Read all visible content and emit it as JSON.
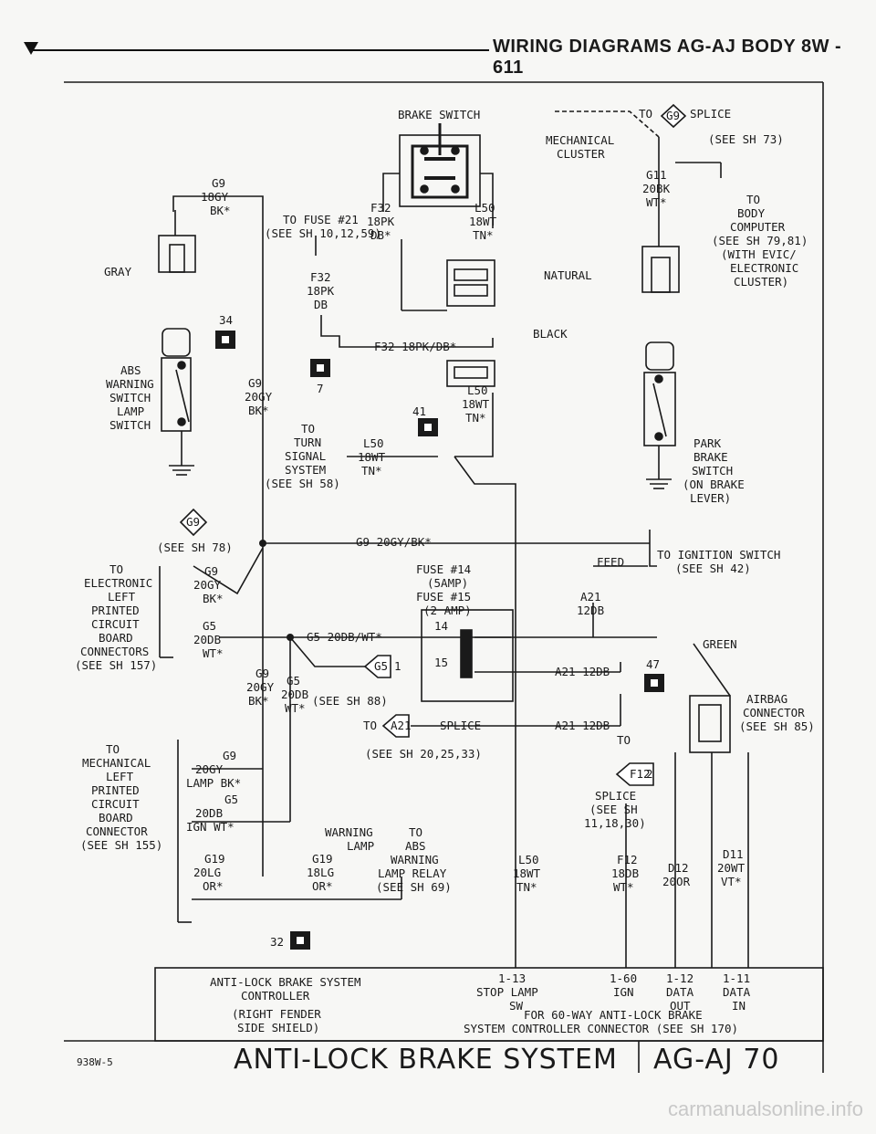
{
  "header": {
    "title": "WIRING DIAGRAMS AG-AJ BODY   8W - 611"
  },
  "labels": {
    "brake_switch": "BRAKE SWITCH",
    "to_g9_splice_prefix": "TO",
    "g9_conn": "G9",
    "splice_suffix": "SPLICE",
    "see_sh_73": "(SEE SH 73)",
    "mech_cluster_1": "MECHANICAL",
    "mech_cluster_2": "CLUSTER",
    "g9_wire": "G9",
    "gy18": "18GY",
    "bk_star": "BK*",
    "to_fuse21_1": "TO FUSE #21",
    "to_fuse21_2": "(SEE SH 10,12,59)",
    "f32": "F32",
    "pk18": "18PK",
    "db_star": "DB*",
    "l50": "L50",
    "wt18": "18WT",
    "tn_star": "TN*",
    "g11": "G11",
    "bk20": "20BK",
    "wt_star": "WT*",
    "to_body_1": "TO",
    "to_body_2": "BODY",
    "to_body_3": "COMPUTER",
    "to_body_4": "(SEE SH 79,81)",
    "to_body_5": "(WITH EVIC/",
    "to_body_6": "ELECTRONIC",
    "to_body_7": "CLUSTER)",
    "gray": "GRAY",
    "natural": "NATURAL",
    "f32_b": "F32",
    "pk18_b": "18PK",
    "db_b": "DB",
    "num34": "34",
    "black": "BLACK",
    "f32_full": "F32 18PK/DB*",
    "abs_1": "ABS",
    "abs_2": "WARNING",
    "abs_3": "SWITCH",
    "abs_4": "LAMP",
    "abs_5": "SWITCH",
    "g9_b": "G9",
    "gy20": "20GY",
    "bk_b": "BK*",
    "num7": "7",
    "num41": "41",
    "l50_b": "L50",
    "wt18_b": "18WT",
    "tn_b": "TN*",
    "turn_1": "TO",
    "turn_2": "TURN",
    "turn_3": "SIGNAL",
    "turn_4": "SYSTEM",
    "turn_5": "(SEE SH 58)",
    "l50_c": "L50",
    "wt18_c": "18WT",
    "tn_c": "TN*",
    "park_1": "PARK",
    "park_2": "BRAKE",
    "park_3": "SWITCH",
    "park_4": "(ON BRAKE",
    "park_5": "LEVER)",
    "g9_diamond": "G9",
    "see_sh_78": "(SEE SH 78)",
    "g9_main": "G9 20GY/BK*",
    "to_ign_1": "TO IGNITION SWITCH",
    "to_ign_2": "(SEE SH 42)",
    "elec_1": "TO",
    "elec_2": "ELECTRONIC",
    "elec_3": "LEFT",
    "elec_4": "PRINTED",
    "elec_5": "CIRCUIT",
    "elec_6": "BOARD",
    "elec_7": "CONNECTORS",
    "elec_8": "(SEE SH 157)",
    "g9_c": "G9",
    "gy20_c": "20GY",
    "bk_c": "BK*",
    "fuse14_1": "FUSE #14",
    "fuse14_2": "(5AMP)",
    "fuse15_1": "FUSE #15",
    "fuse15_2": "(2 AMP)",
    "feed": "FEED",
    "a21": "A21",
    "db12": "12DB",
    "g5": "G5",
    "db20": "20DB",
    "wt_c": "WT*",
    "num14": "14",
    "g5_full": "G5 20DB/WT*",
    "green": "GREEN",
    "num15": "15",
    "a21_12db": "A21 12DB",
    "num47": "47",
    "g9_d": "G9",
    "gy20_d": "20GY",
    "bk_d": "BK*",
    "g5_d": "G5",
    "db20_d": "20DB",
    "wt_d": "WT*",
    "g5_conn": "G5",
    "conn_1": "1",
    "see_sh_88": "(SEE SH 88)",
    "airbag_1": "AIRBAG",
    "airbag_2": "CONNECTOR",
    "airbag_3": "(SEE SH 85)",
    "to_a21": "TO",
    "a21_conn": "A21",
    "splice_a21": "SPLICE",
    "a21_12db_b": "A21 12DB",
    "to_f12": "TO",
    "see_sh_20": "(SEE SH 20,25,33)",
    "f12_conn": "F12",
    "conn_2": "2",
    "mech_left_1": "TO",
    "mech_left_2": "MECHANICAL",
    "mech_left_3": "LEFT",
    "mech_left_4": "PRINTED",
    "mech_left_5": "CIRCUIT",
    "mech_left_6": "BOARD",
    "mech_left_7": "CONNECTOR",
    "mech_left_8": "(SEE SH 155)",
    "g9_e": "G9",
    "gy20_e": "20GY",
    "lamp_bk": "LAMP BK*",
    "g5_e": "G5",
    "db20_e": "20DB",
    "ign_wt": "IGN WT*",
    "splice_f12_1": "SPLICE",
    "splice_f12_2": "(SEE SH",
    "splice_f12_3": "11,18,30)",
    "warning_lamp_1": "WARNING",
    "warning_lamp_2": "LAMP",
    "g19": "G19",
    "g19_b": "G19",
    "lg20": "20LG",
    "lg18": "18LG",
    "or_a": "OR*",
    "or_b": "OR*",
    "to_abs_1": "TO",
    "to_abs_2": "ABS",
    "to_abs_3": "WARNING",
    "to_abs_4": "LAMP RELAY",
    "to_abs_5": "(SEE SH 69)",
    "l50_d": "L50",
    "wt18_d": "18WT",
    "tn_d": "TN*",
    "f12": "F12",
    "db18": "18DB",
    "wt_f12": "WT*",
    "d12": "D12",
    "or20": "20OR",
    "d11": "D11",
    "wt20": "20WT",
    "vt_star": "VT*",
    "num32": "32",
    "ctrl_1": "ANTI-LOCK BRAKE SYSTEM",
    "ctrl_2": "CONTROLLER",
    "ctrl_3": "(RIGHT FENDER",
    "ctrl_4": "SIDE SHIELD)",
    "pin_113": "1-13",
    "pin_113_a": "STOP LAMP",
    "pin_113_b": "SW",
    "pin_160": "1-60",
    "pin_160_a": "IGN",
    "pin_112": "1-12",
    "pin_112_a": "DATA",
    "pin_112_b": "OUT",
    "pin_111": "1-11",
    "pin_111_a": "DATA",
    "pin_111_b": "IN",
    "for_60_1": "FOR 60-WAY ANTI-LOCK BRAKE",
    "for_60_2": "SYSTEM CONTROLLER CONNECTOR (SEE SH 170)"
  },
  "footer": {
    "code": "938W-5",
    "system": "ANTI-LOCK BRAKE SYSTEM",
    "page": "AG-AJ 70"
  },
  "watermark": "carmanualsonline.info"
}
